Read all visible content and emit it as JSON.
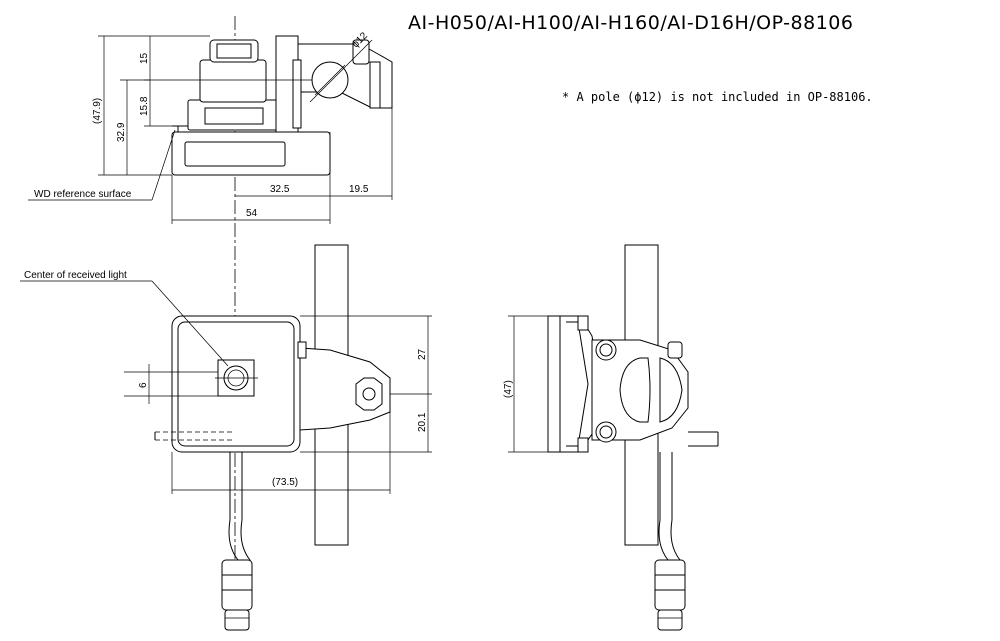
{
  "title": "AI-H050/AI-H100/AI-H160/AI-D16H/OP-88106",
  "note": "* A pole (ϕ12) is not included in OP-88106.",
  "labels": {
    "wd_reference": "WD reference surface",
    "center_light": "Center of received light"
  },
  "dimensions": {
    "d15": "15",
    "d15_8": "15.8",
    "d32_9": "32.9",
    "d47_9": "(47.9)",
    "phi12": "ϕ12",
    "d32_5": "32.5",
    "d19_5": "19.5",
    "d54": "54",
    "d27": "27",
    "d6": "6",
    "d20_1": "20.1",
    "d73_5": "(73.5)",
    "d47": "(47)"
  }
}
